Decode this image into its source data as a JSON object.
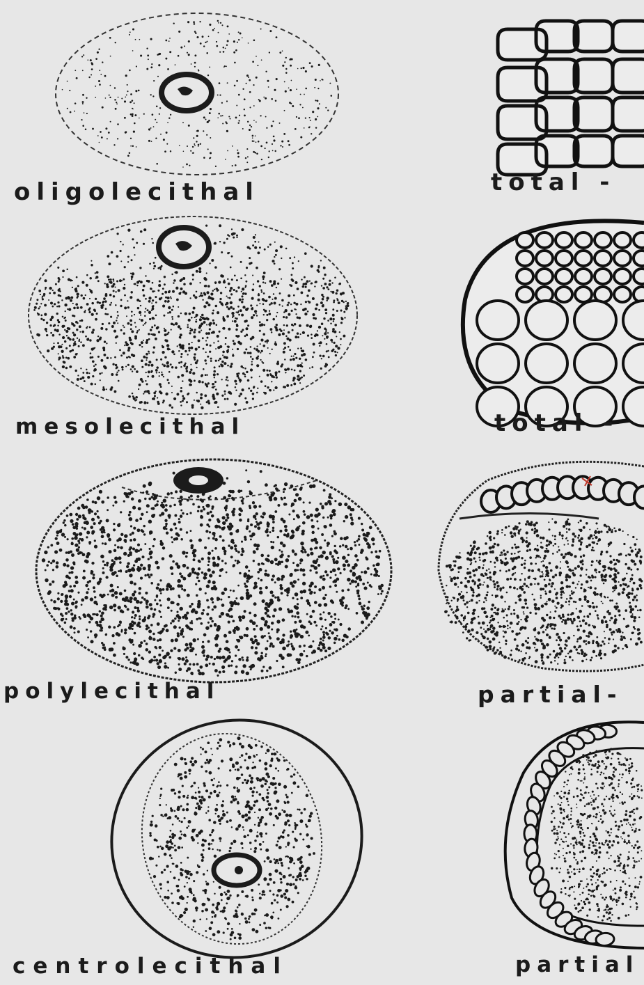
{
  "egg_types": {
    "oligolecithal": "oligolecithal",
    "mesolecithal": "mesolecithal",
    "polylecithal": "polylecithal",
    "centrolecithal": "centrolecithal"
  },
  "cleavage_types": {
    "total_1": "total -",
    "total_2": "total - ",
    "partial_1": "partial-",
    "partial_2": "partial"
  },
  "colors": {
    "paper": "#e7e7e7",
    "ink": "#1b1b1b",
    "accent_red": "#c0392b"
  }
}
